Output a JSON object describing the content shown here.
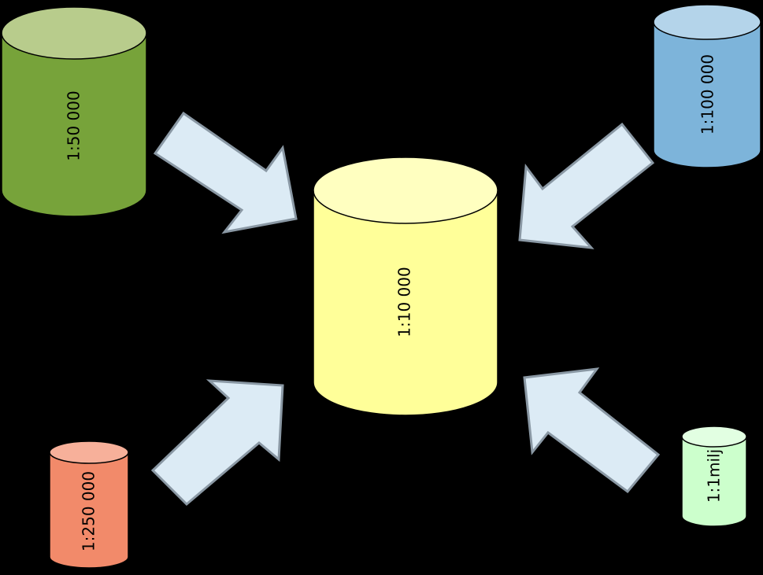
{
  "diagram": {
    "background": "#000000",
    "center": {
      "label": "1:10 000",
      "body_color": "#FFFF99",
      "top_color": "#FFFFC0"
    },
    "sources": [
      {
        "id": "top-left",
        "label": "1:50 000",
        "body_color": "#77A33A",
        "top_color": "#B8CC8C"
      },
      {
        "id": "top-right",
        "label": "1:100 000",
        "body_color": "#7DB4DA",
        "top_color": "#B4D4EA"
      },
      {
        "id": "bottom-left",
        "label": "1:250 000",
        "body_color": "#F28A6A",
        "top_color": "#F7B09A"
      },
      {
        "id": "bottom-right",
        "label": "1:1milj",
        "body_color": "#CCFFCC",
        "top_color": "#E2FFE2"
      }
    ],
    "arrow_color": "#DCEBF5",
    "arrow_stroke": "#8A98A4"
  }
}
